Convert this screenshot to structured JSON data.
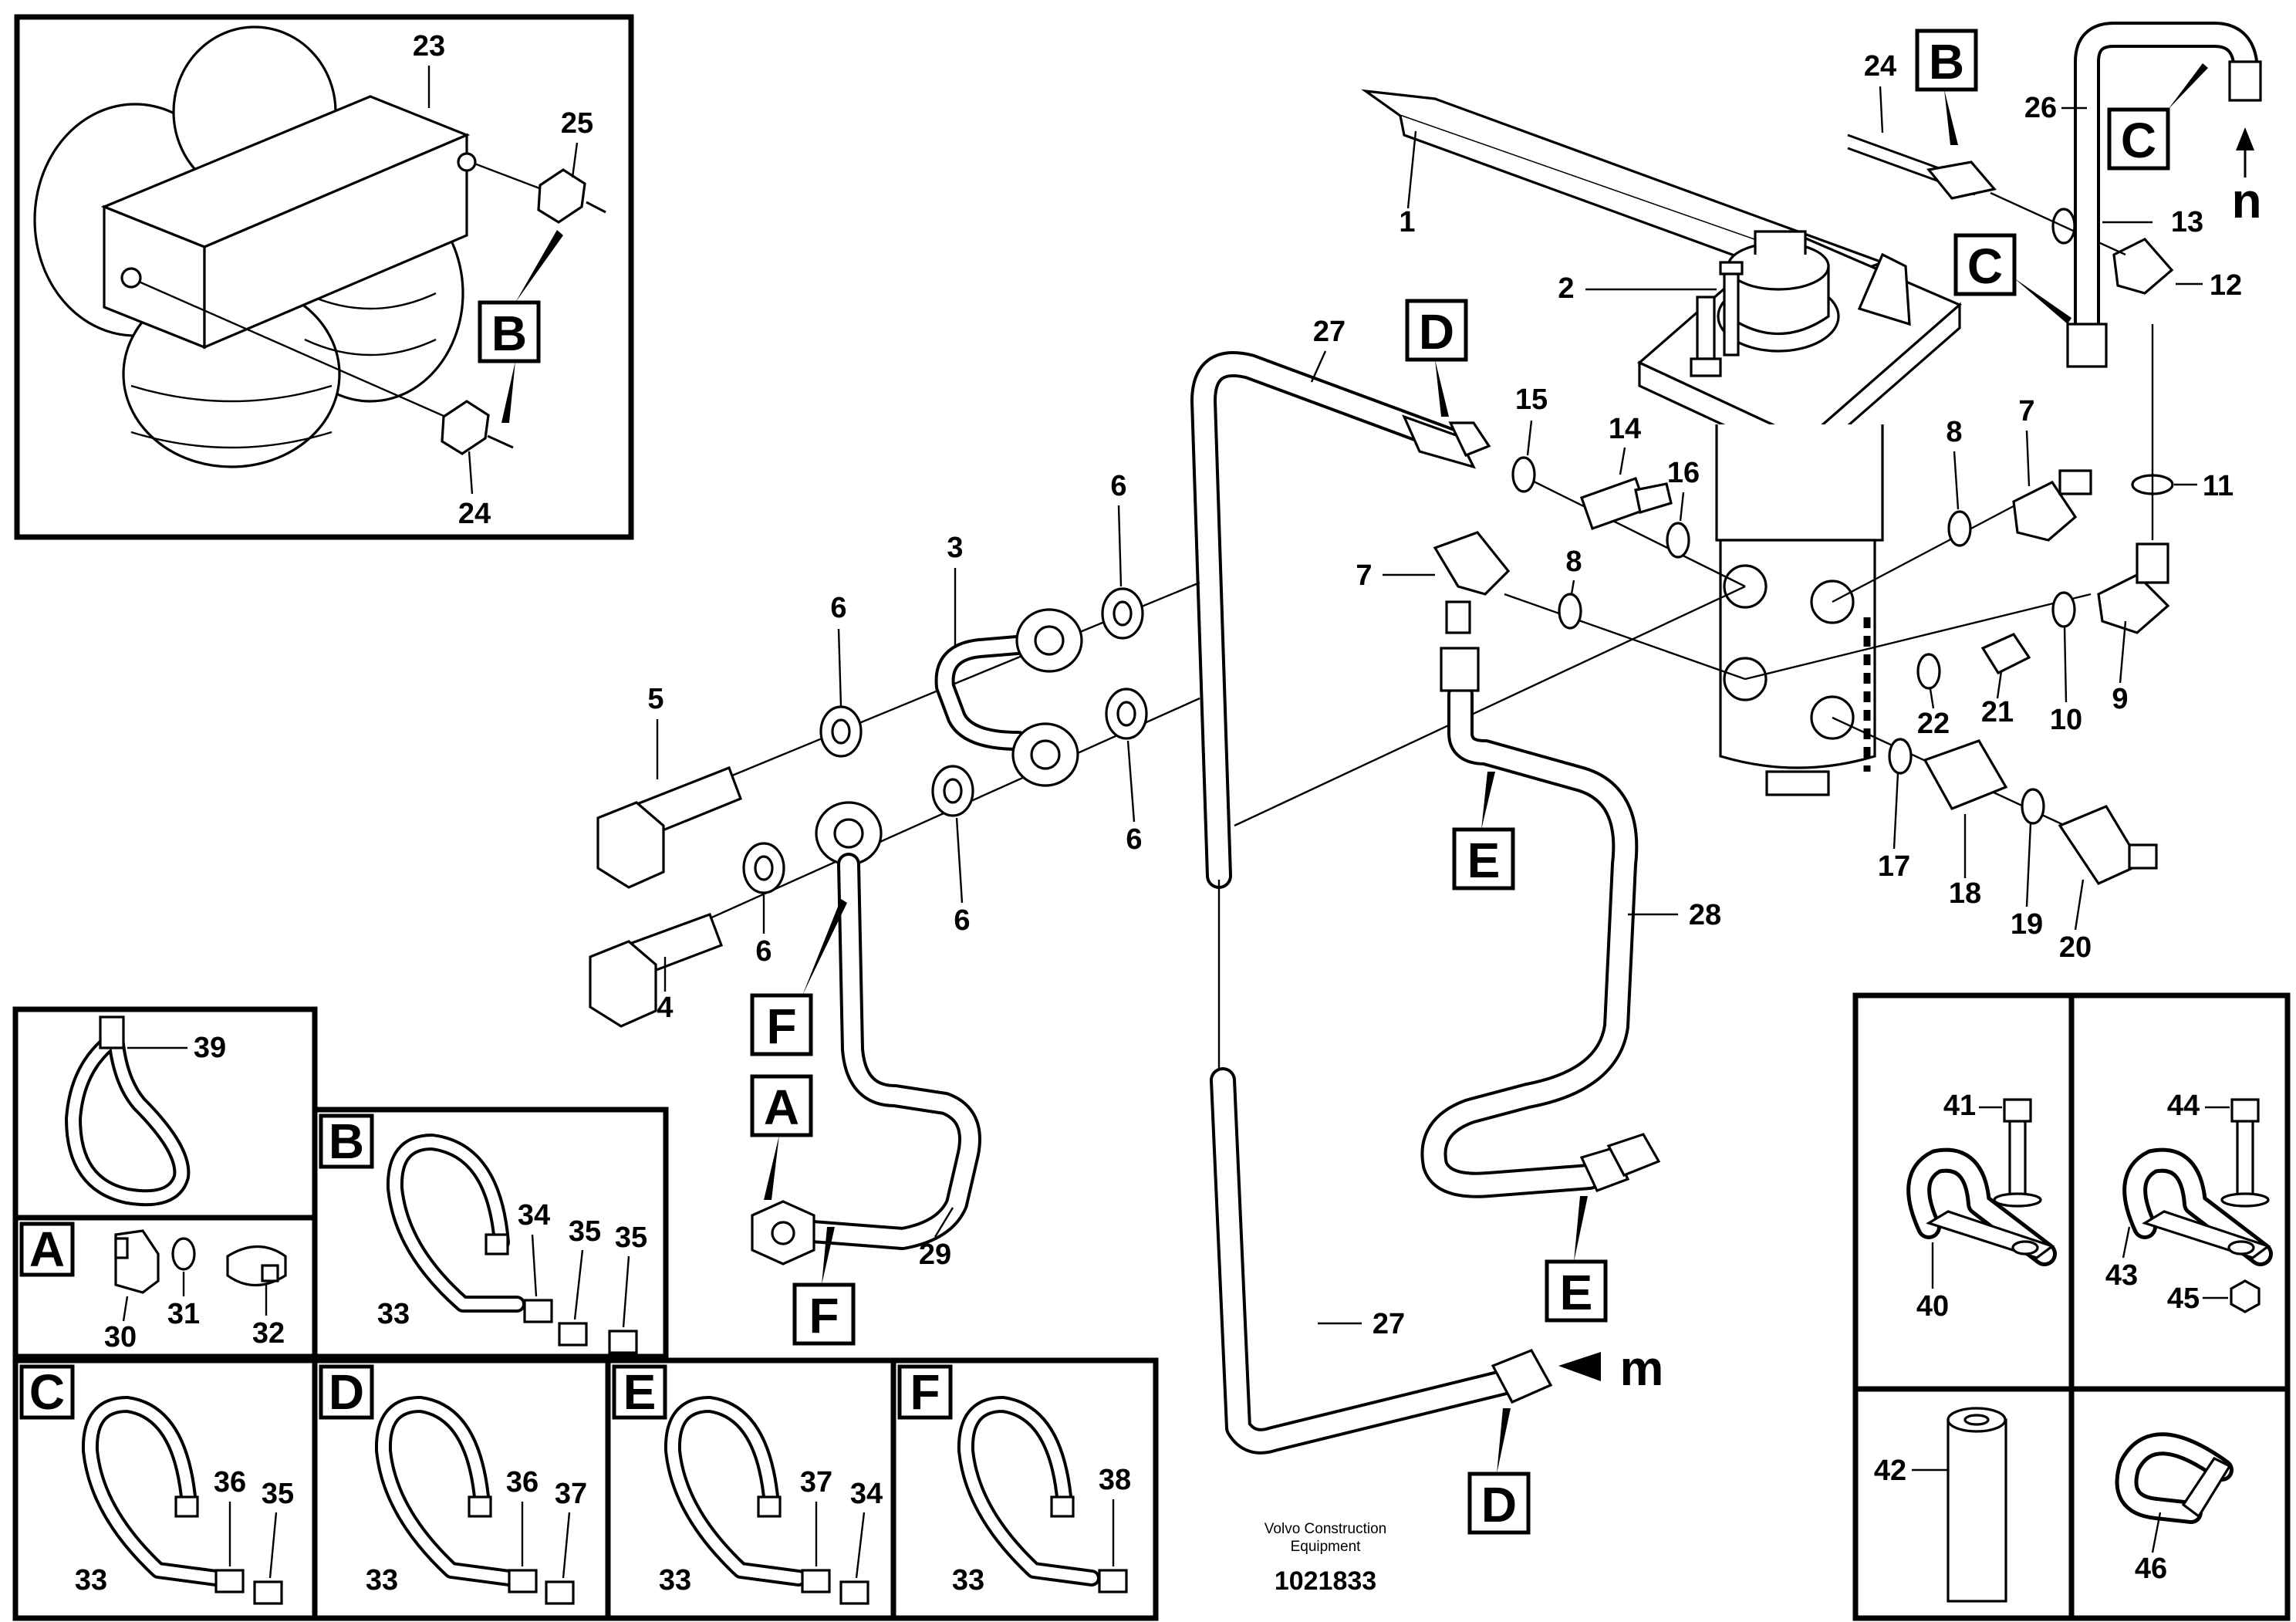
{
  "drawing": {
    "company_line1": "Volvo Construction",
    "company_line2": "Equipment",
    "number": "1021833"
  },
  "view_letters": {
    "A": "A",
    "B": "B",
    "C": "C",
    "D": "D",
    "E": "E",
    "F": "F",
    "m": "m",
    "n": "n"
  },
  "inset_tank": {
    "callouts": [
      "23",
      "25",
      "24"
    ]
  },
  "main_callouts": [
    "1",
    "2",
    "3",
    "4",
    "5",
    "6",
    "7",
    "8",
    "9",
    "10",
    "11",
    "12",
    "13",
    "14",
    "15",
    "16",
    "17",
    "18",
    "19",
    "20",
    "21",
    "22",
    "24",
    "26",
    "27",
    "28",
    "29"
  ],
  "kits": {
    "tie": [
      "39"
    ],
    "A": [
      "30",
      "31",
      "32"
    ],
    "B": [
      "33",
      "34",
      "35",
      "35"
    ],
    "C": [
      "33",
      "36",
      "35"
    ],
    "D": [
      "33",
      "36",
      "37"
    ],
    "E": [
      "33",
      "37",
      "34"
    ],
    "F": [
      "33",
      "38"
    ]
  },
  "clamps": [
    "41",
    "40",
    "44",
    "43",
    "45",
    "42",
    "46"
  ]
}
